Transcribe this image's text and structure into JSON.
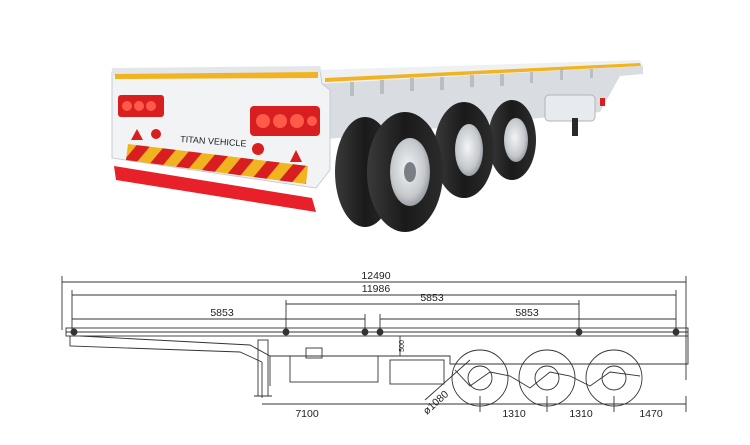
{
  "photo": {
    "brand_text": "TITAN VEHICLE",
    "colors": {
      "body": "#eef0f2",
      "frame": "#dde1e6",
      "stripe_yellow": "#f2b320",
      "chevron_red": "#d81e1e",
      "bumper": "#e8202a",
      "tire": "#1f1f1f",
      "rim": "#c9ccd0"
    }
  },
  "drawing": {
    "overall_length": "12490",
    "deck_length": "11986",
    "span_left": "5853",
    "span_middle": "5853",
    "span_right": "5853",
    "kingpin_to_axle": "7100",
    "axle_spacing_1": "1310",
    "axle_spacing_2": "1310",
    "rear_overhang": "1470",
    "wheel_diameter": "ø1080",
    "frame_height": "500"
  }
}
